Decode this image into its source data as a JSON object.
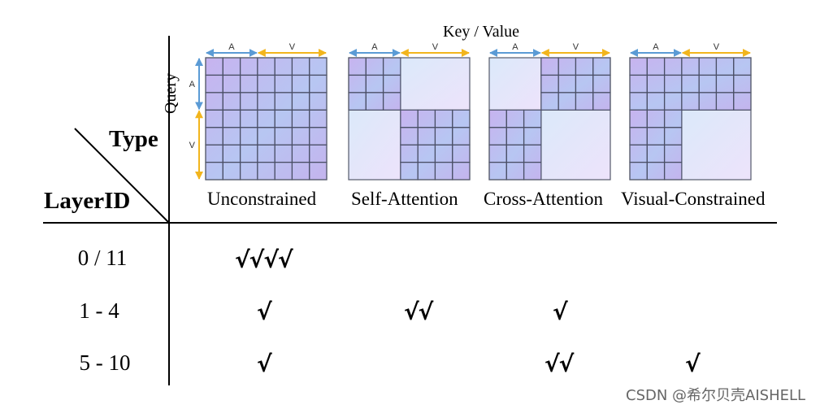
{
  "header": {
    "type_label": "Type",
    "layer_label": "LayerID",
    "key_value_label": "Key / Value",
    "query_label": "Query"
  },
  "axis_marks": {
    "audio": "A",
    "visual": "V",
    "query_audio": "A",
    "query_visual": "V"
  },
  "types": [
    {
      "name": "Unconstrained"
    },
    {
      "name": "Self-Attention"
    },
    {
      "name": "Cross-Attention"
    },
    {
      "name": "Visual-Constrained"
    }
  ],
  "rows": [
    {
      "layer": "0 / 11",
      "marks": [
        "√√√√",
        "",
        "",
        ""
      ]
    },
    {
      "layer": "1 - 4",
      "marks": [
        "√",
        "√√",
        "√",
        ""
      ]
    },
    {
      "layer": "5 - 10",
      "marks": [
        "√",
        "",
        "√√",
        "√"
      ]
    }
  ],
  "colors": {
    "grid_fill_a": "#c9b8f0",
    "grid_fill_b": "#b6cff2",
    "audio_arrow": "#5b9bd5",
    "visual_arrow": "#f2b51d"
  },
  "watermark": "CSDN @希尔贝壳AISHELL"
}
